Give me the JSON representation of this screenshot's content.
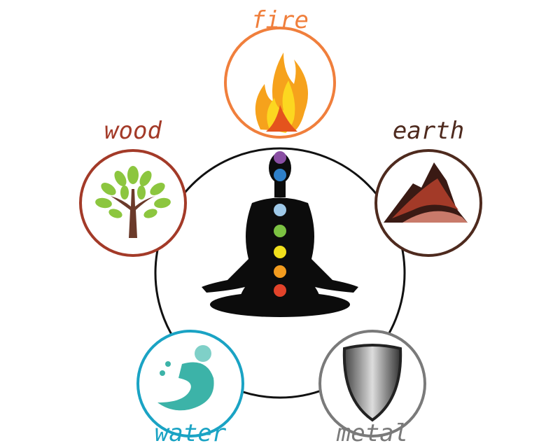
{
  "elements": [
    {
      "name": "fire",
      "color": "#f07f3c",
      "icon": "flame-icon"
    },
    {
      "name": "wood",
      "color": "#a33a28",
      "icon": "tree-icon"
    },
    {
      "name": "earth",
      "color": "#4e2a1e",
      "icon": "mountain-icon"
    },
    {
      "name": "water",
      "color": "#1aa3c4",
      "icon": "wave-icon"
    },
    {
      "name": "metal",
      "color": "#7a7a7a",
      "icon": "shield-icon"
    }
  ],
  "center": {
    "icon": "meditating-figure-icon",
    "chakra_colors": [
      "#8a4fa3",
      "#2e7fc8",
      "#9fc9e8",
      "#7cc242",
      "#f2e01c",
      "#f39c1f",
      "#e2432a"
    ]
  }
}
